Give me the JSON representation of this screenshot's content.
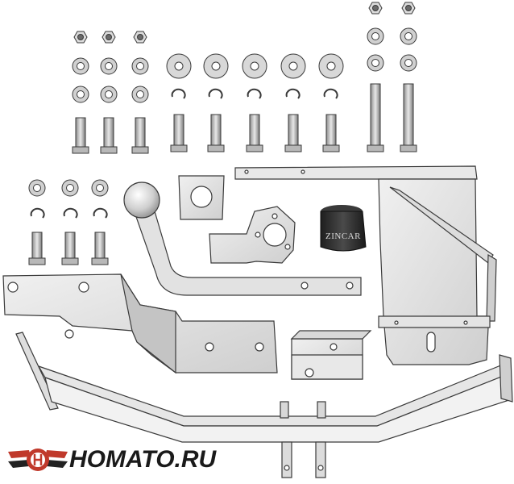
{
  "brand": {
    "name": "HOMATO.RU",
    "accent_color": "#c0392b",
    "icon": "winged-circle-logo"
  },
  "parts": {
    "cap_label": "ZINCAR"
  },
  "colors": {
    "metal_light": "#e6e6e6",
    "metal_mid": "#c8c8c8",
    "metal_dark": "#8a8a8a",
    "outline": "#3a3a3a",
    "rubber": "#2b2b2b"
  }
}
